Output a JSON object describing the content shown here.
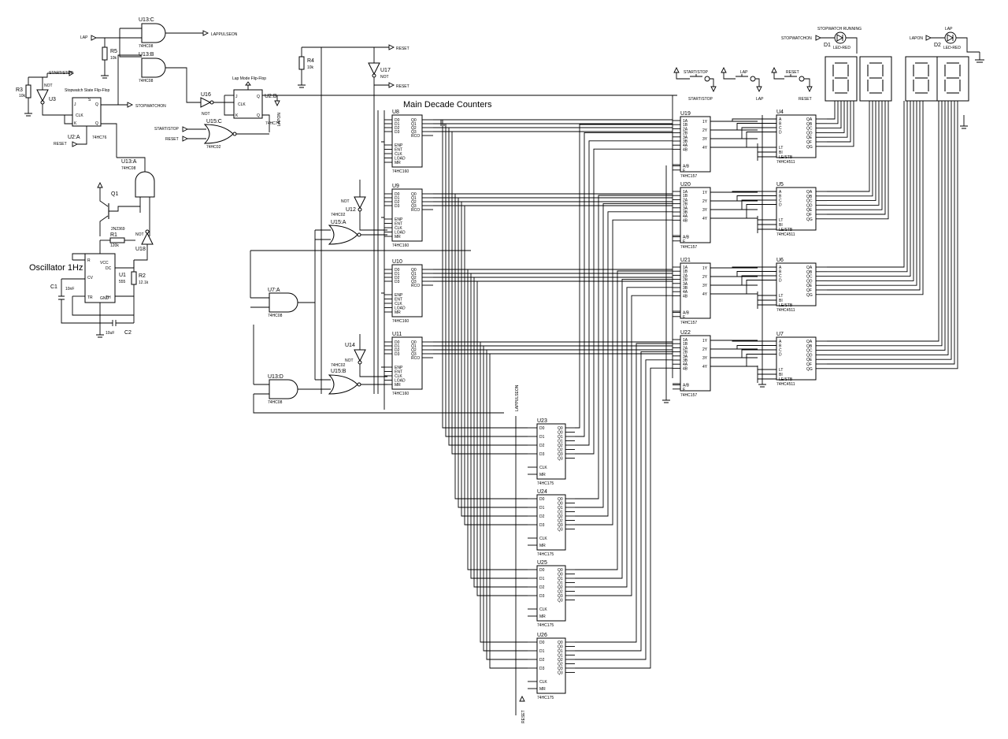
{
  "title": "Main Decade Counters",
  "oscillator_label": "Oscillator 1Hz",
  "nets": {
    "lap": "LAP",
    "start_stop": "START/STOP",
    "reset": "RESET",
    "lap_pulse_on": "LAPPULSEON",
    "stopwatch_on": "STOPWATCHON",
    "lap_on": "LAPON",
    "not": "NOT"
  },
  "flipflops": {
    "state_title": "Stopwatch State Flip-Flop",
    "lap_title": "Lap Mode Flip-Flop",
    "u2a": "U2:A",
    "u2b": "U2:B",
    "type": "74HC76"
  },
  "gates": {
    "u13c": "U13:C",
    "u13b": "U13:B",
    "u13a": "U13:A",
    "u13d": "U13:D",
    "and_type": "74HC08",
    "u15c": "U15:C",
    "u15a": "U15:A",
    "u15b": "U15:B",
    "nor_type": "74HC02",
    "u7a": "U7:A",
    "u16": "U16",
    "u17": "U17",
    "u12": "U12",
    "u14": "U14",
    "u18": "U18",
    "u3": "U3"
  },
  "passives": {
    "r3": "R3",
    "r3v": "10k",
    "r5": "R5",
    "r5v": "10k",
    "r4": "R4",
    "r4v": "10k",
    "r1": "R1",
    "r1v": "120k",
    "r2": "R2",
    "r2v": "12.1k",
    "c1": "C1",
    "c1v": "10nF",
    "c2": "C2",
    "c2v": "10uF",
    "q1": "Q1",
    "q1v": "2N2369",
    "u1": "U1",
    "u1v": "555"
  },
  "counters": {
    "type": "74HC160",
    "names": [
      "U8",
      "U9",
      "U10",
      "U11"
    ],
    "left_pins": [
      "D0",
      "D1",
      "D2",
      "D3",
      "ENP",
      "ENT",
      "CLK",
      "LOAD",
      "MR"
    ],
    "right_pins": [
      "Q0",
      "Q1",
      "Q2",
      "Q3",
      "RCO"
    ]
  },
  "muxes": {
    "type": "74HC157",
    "names": [
      "U19",
      "U20",
      "U21",
      "U22"
    ],
    "left_pins": [
      "1A",
      "1B",
      "2A",
      "2B",
      "3A",
      "3B",
      "4A",
      "4B",
      "A/B",
      "E"
    ],
    "right_pins": [
      "1Y",
      "2Y",
      "3Y",
      "4Y"
    ]
  },
  "decoders": {
    "type": "74HC4511",
    "names": [
      "U4",
      "U5",
      "U6",
      "U7"
    ],
    "left_pins": [
      "A",
      "B",
      "C",
      "D",
      "LT",
      "BI",
      "LE/STB"
    ],
    "right_pins": [
      "QA",
      "QB",
      "QC",
      "QD",
      "QE",
      "QF",
      "QG"
    ]
  },
  "latches": {
    "type": "74HC175",
    "names": [
      "U23",
      "U24",
      "U25",
      "U26"
    ],
    "left_pins": [
      "D0",
      "D1",
      "D2",
      "D3",
      "CLK",
      "MR"
    ],
    "right_pins": [
      "Q0",
      "Q0",
      "Q1",
      "Q1",
      "Q2",
      "Q2",
      "Q3",
      "Q3"
    ]
  },
  "leds": {
    "d1": "D1",
    "d1_label": "STOPWATCH RUNNING",
    "d2": "D2",
    "d2_label": "LAP",
    "type": "LED-RED"
  },
  "buttons": {
    "start_stop": "START/STOP",
    "lap": "LAP",
    "reset": "RESET"
  }
}
